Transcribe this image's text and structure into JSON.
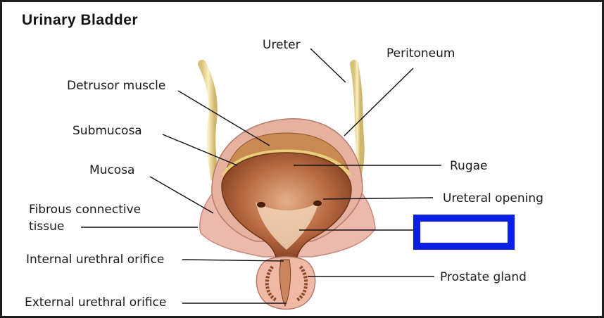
{
  "title": "Urinary Bladder",
  "labels": {
    "ureter": "Ureter",
    "peritoneum": "Peritoneum",
    "detrusor": "Detrusor muscle",
    "submucosa": "Submucosa",
    "mucosa": "Mucosa",
    "fibrous_1": "Fibrous connective",
    "fibrous_2": "tissue",
    "rugae": "Rugae",
    "ureteral_opening": "Ureteral opening",
    "prostate": "Prostate gland",
    "internal_orifice": "Internal urethral orifice",
    "external_orifice": "External urethral orifice"
  },
  "colors": {
    "highlight_box": "#0a1ee6"
  }
}
